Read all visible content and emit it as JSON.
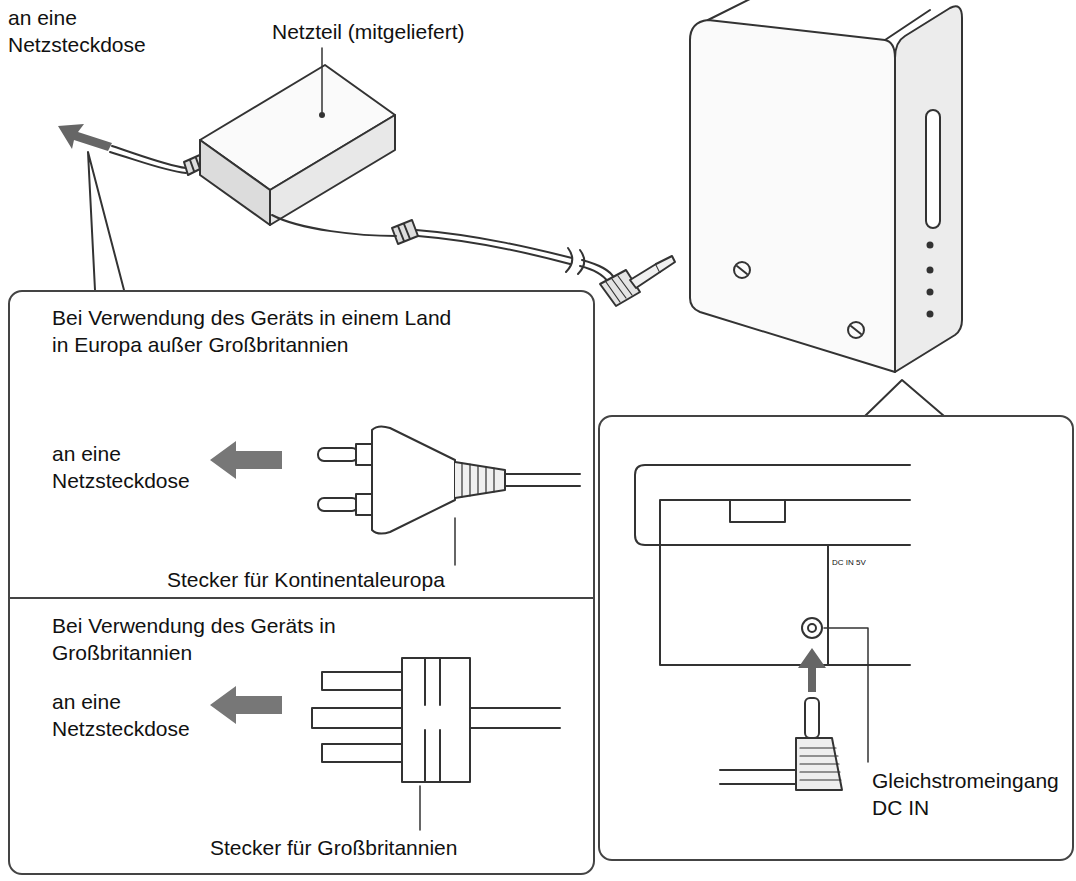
{
  "diagram": {
    "nodes": [
      {
        "text": [
          "Bei Verwendung des Geräts in einem Land in Europa außer Großbritannien",
          "an eine Netzsteckdose",
          "Stecker für Kontinentaleuropa"
        ]
      },
      {
        "text": [
          "Bei Verwendung des Geräts in Großbritannien",
          "an eine Netzsteckdose",
          "Stecker für Großbritannien"
        ]
      },
      {
        "text": [
          "DC IN 5V",
          "Gleichstromeingang DC IN"
        ]
      }
    ],
    "labels": [
      "an eine Netzsteckdose",
      "Netzteil (mitgeliefert)"
    ]
  }
}
